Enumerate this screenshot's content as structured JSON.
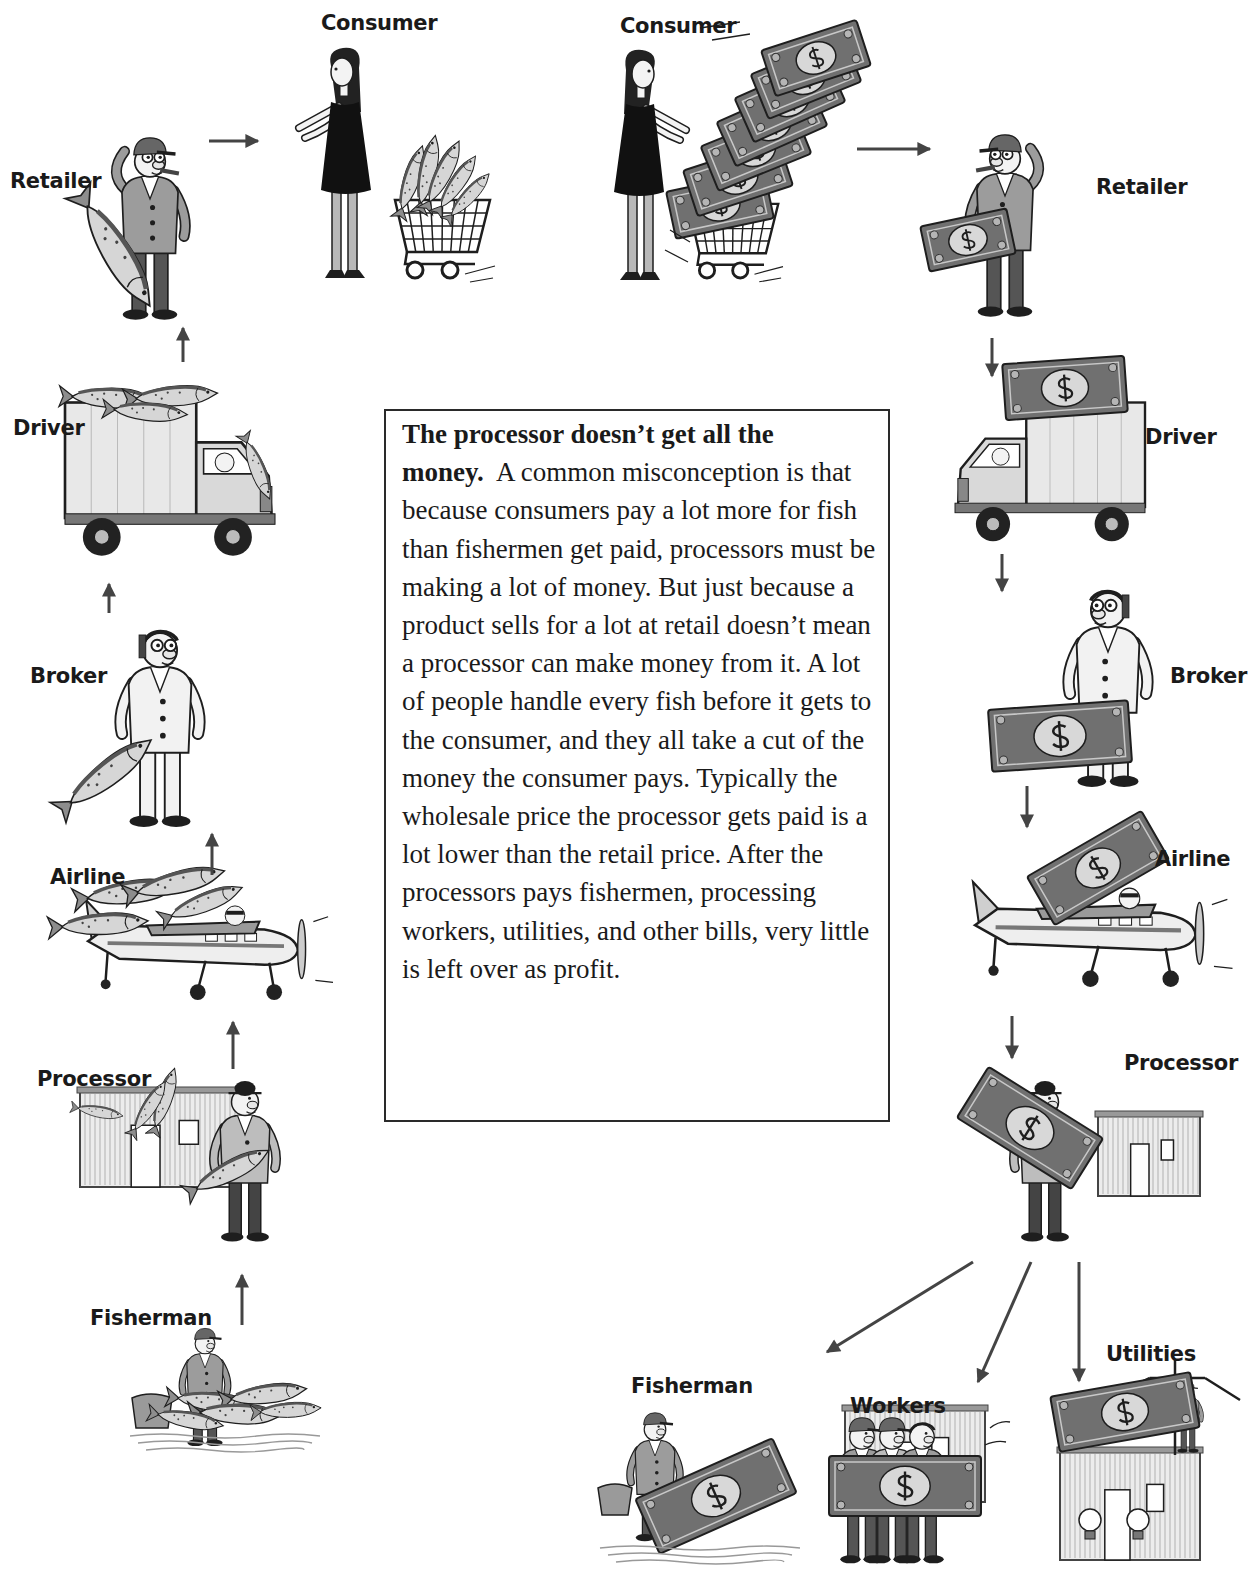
{
  "diagram": {
    "nodes": [
      {
        "text": [
          "Consumer"
        ]
      },
      {
        "text": [
          "Consumer"
        ]
      },
      {
        "text": [
          "Retailer"
        ]
      },
      {
        "text": [
          "Retailer"
        ]
      },
      {
        "text": [
          "Driver"
        ]
      },
      {
        "text": [
          "Driver"
        ]
      },
      {
        "text": [
          "Broker"
        ]
      },
      {
        "text": [
          "Broker"
        ]
      },
      {
        "text": [
          "Airline"
        ]
      },
      {
        "text": [
          "Airline"
        ]
      },
      {
        "text": [
          "Processor"
        ]
      },
      {
        "text": [
          "Processor"
        ]
      },
      {
        "text": [
          "Fisherman"
        ]
      },
      {
        "text": [
          "Fisherman"
        ]
      },
      {
        "text": [
          "Workers"
        ]
      },
      {
        "text": [
          "Utilities"
        ]
      },
      {
        "text": [
          "The processor doesn’t get all the money.",
          "A common misconception is that because consumers pay a lot more for fish than fishermen get paid, processors must be making a lot of money. But just because a product sells for a lot at retail doesn’t mean a processor can make money from it. A lot of people handle every fish before it gets to the consumer, and they all take a cut of the money the consumer pays. Typically the wholesale price the processor gets paid is a lot lower than the retail price. After the processors pays fishermen, processing workers, utilities, and other bills, very little is left over as profit."
        ]
      }
    ],
    "edges": [
      {
        "from": 12,
        "to": 10,
        "arrow": "to"
      },
      {
        "from": 10,
        "to": 8,
        "arrow": "to"
      },
      {
        "from": 8,
        "to": 6,
        "arrow": "to"
      },
      {
        "from": 6,
        "to": 4,
        "arrow": "to"
      },
      {
        "from": 4,
        "to": 2,
        "arrow": "to"
      },
      {
        "from": 2,
        "to": 0,
        "arrow": "to"
      },
      {
        "from": 1,
        "to": 3,
        "arrow": "to"
      },
      {
        "from": 3,
        "to": 5,
        "arrow": "to"
      },
      {
        "from": 5,
        "to": 7,
        "arrow": "to"
      },
      {
        "from": 7,
        "to": 9,
        "arrow": "to"
      },
      {
        "from": 9,
        "to": 11,
        "arrow": "to"
      },
      {
        "from": 11,
        "to": 13,
        "arrow": "to"
      },
      {
        "from": 11,
        "to": 14,
        "arrow": "to"
      },
      {
        "from": 11,
        "to": 15,
        "arrow": "to"
      }
    ]
  }
}
